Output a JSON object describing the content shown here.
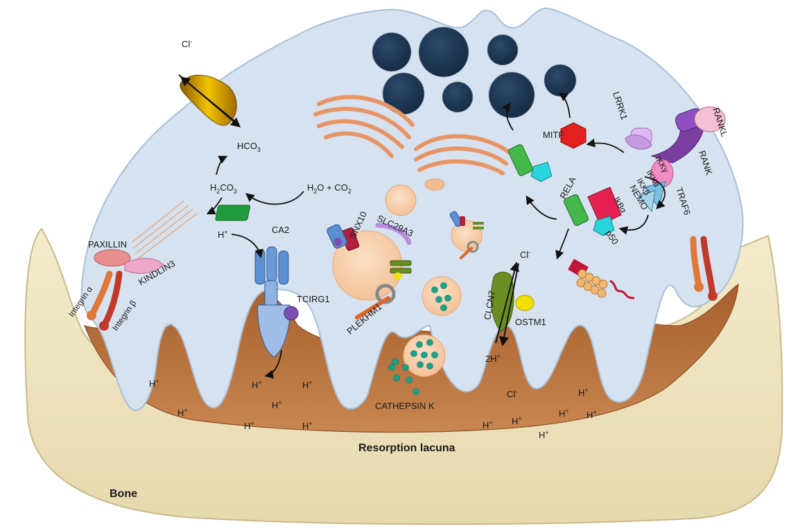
{
  "regions": {
    "bone": "Bone",
    "lacuna": "Resorption lacuna"
  },
  "ions": {
    "cl_top": "Cl",
    "cl_top_sup": "-",
    "cl_lower": "Cl",
    "cl_lower_sup": "-",
    "hco3": "HCO",
    "hco3_sub": "3",
    "h2co3_a": "H",
    "h2co3_sub1": "2",
    "h2co3_b": "CO",
    "h2co3_sub2": "3",
    "h2o_co2_a": "H",
    "h2o_co2_sub1": "2",
    "h2o_co2_b": "O + CO",
    "h2o_co2_sub2": "2",
    "h_plus": "H",
    "plus": "+",
    "two_h_plus": "2H",
    "cl_clcn7": "Cl",
    "minus": "-"
  },
  "proteins": {
    "ca2": "CA2",
    "paxillin": "PAXILLIN",
    "kindlin3": "KINDLIN3",
    "integrin_a": "Integrin α",
    "integrin_b": "Integrin β",
    "tcirg1": "TCIRG1",
    "snx10": "SNX10",
    "slc29a3": "SLC29A3",
    "plekhm1": "PLEKHM1",
    "cathepsin_k": "CATHEPSIN K",
    "clcn7": "CLCN7",
    "ostm1": "OSTM1",
    "mitf": "MITF",
    "lrrk1": "LRRK1",
    "rankl": "RANKL",
    "rank": "RANK",
    "traf6": "TRAF6",
    "ikk_gamma": "IKKγ",
    "ikk_alpha": "IKKα",
    "ikk_beta": "IKKβ",
    "nemo": "NEMO",
    "ikb_alpha": "IkBα",
    "rela": "RELA",
    "p50": "p50"
  },
  "colors": {
    "cell": "#d6e2ef",
    "cell_edge": "#a8bfd6",
    "lacuna": "#b5713e",
    "bone": "#efe6c6",
    "bone_edge": "#c9b98a",
    "vesicle": "#f7cda6",
    "lysosome": "#1d3752",
    "cathepsin": "#1aa38a"
  }
}
